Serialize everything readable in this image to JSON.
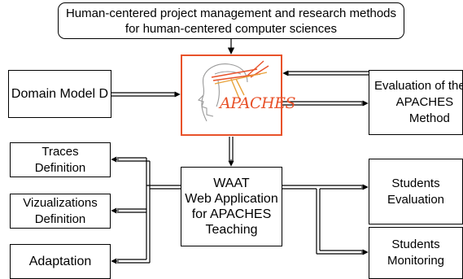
{
  "top_box": {
    "line1": "Human-centered project management and research methods",
    "line2": "for human-centered computer sciences"
  },
  "domain_model": {
    "label": "Domain Model D"
  },
  "apaches_logo": {
    "text": "APACHES",
    "accent_color": "#e8522a"
  },
  "evaluation": {
    "line1": "Evaluation of the",
    "line2": "APACHES",
    "line3": "Method"
  },
  "waat": {
    "line1": "WAAT",
    "line2": "Web Application",
    "line3": "for APACHES",
    "line4": "Teaching"
  },
  "traces": {
    "line1": "Traces",
    "line2": "Definition"
  },
  "vizualizations": {
    "line1": "Vizualizations",
    "line2": "Definition"
  },
  "adaptation": {
    "label": "Adaptation"
  },
  "students_evaluation": {
    "line1": "Students",
    "line2": "Evaluation"
  },
  "students_monitoring": {
    "line1": "Students",
    "line2": "Monitoring"
  }
}
